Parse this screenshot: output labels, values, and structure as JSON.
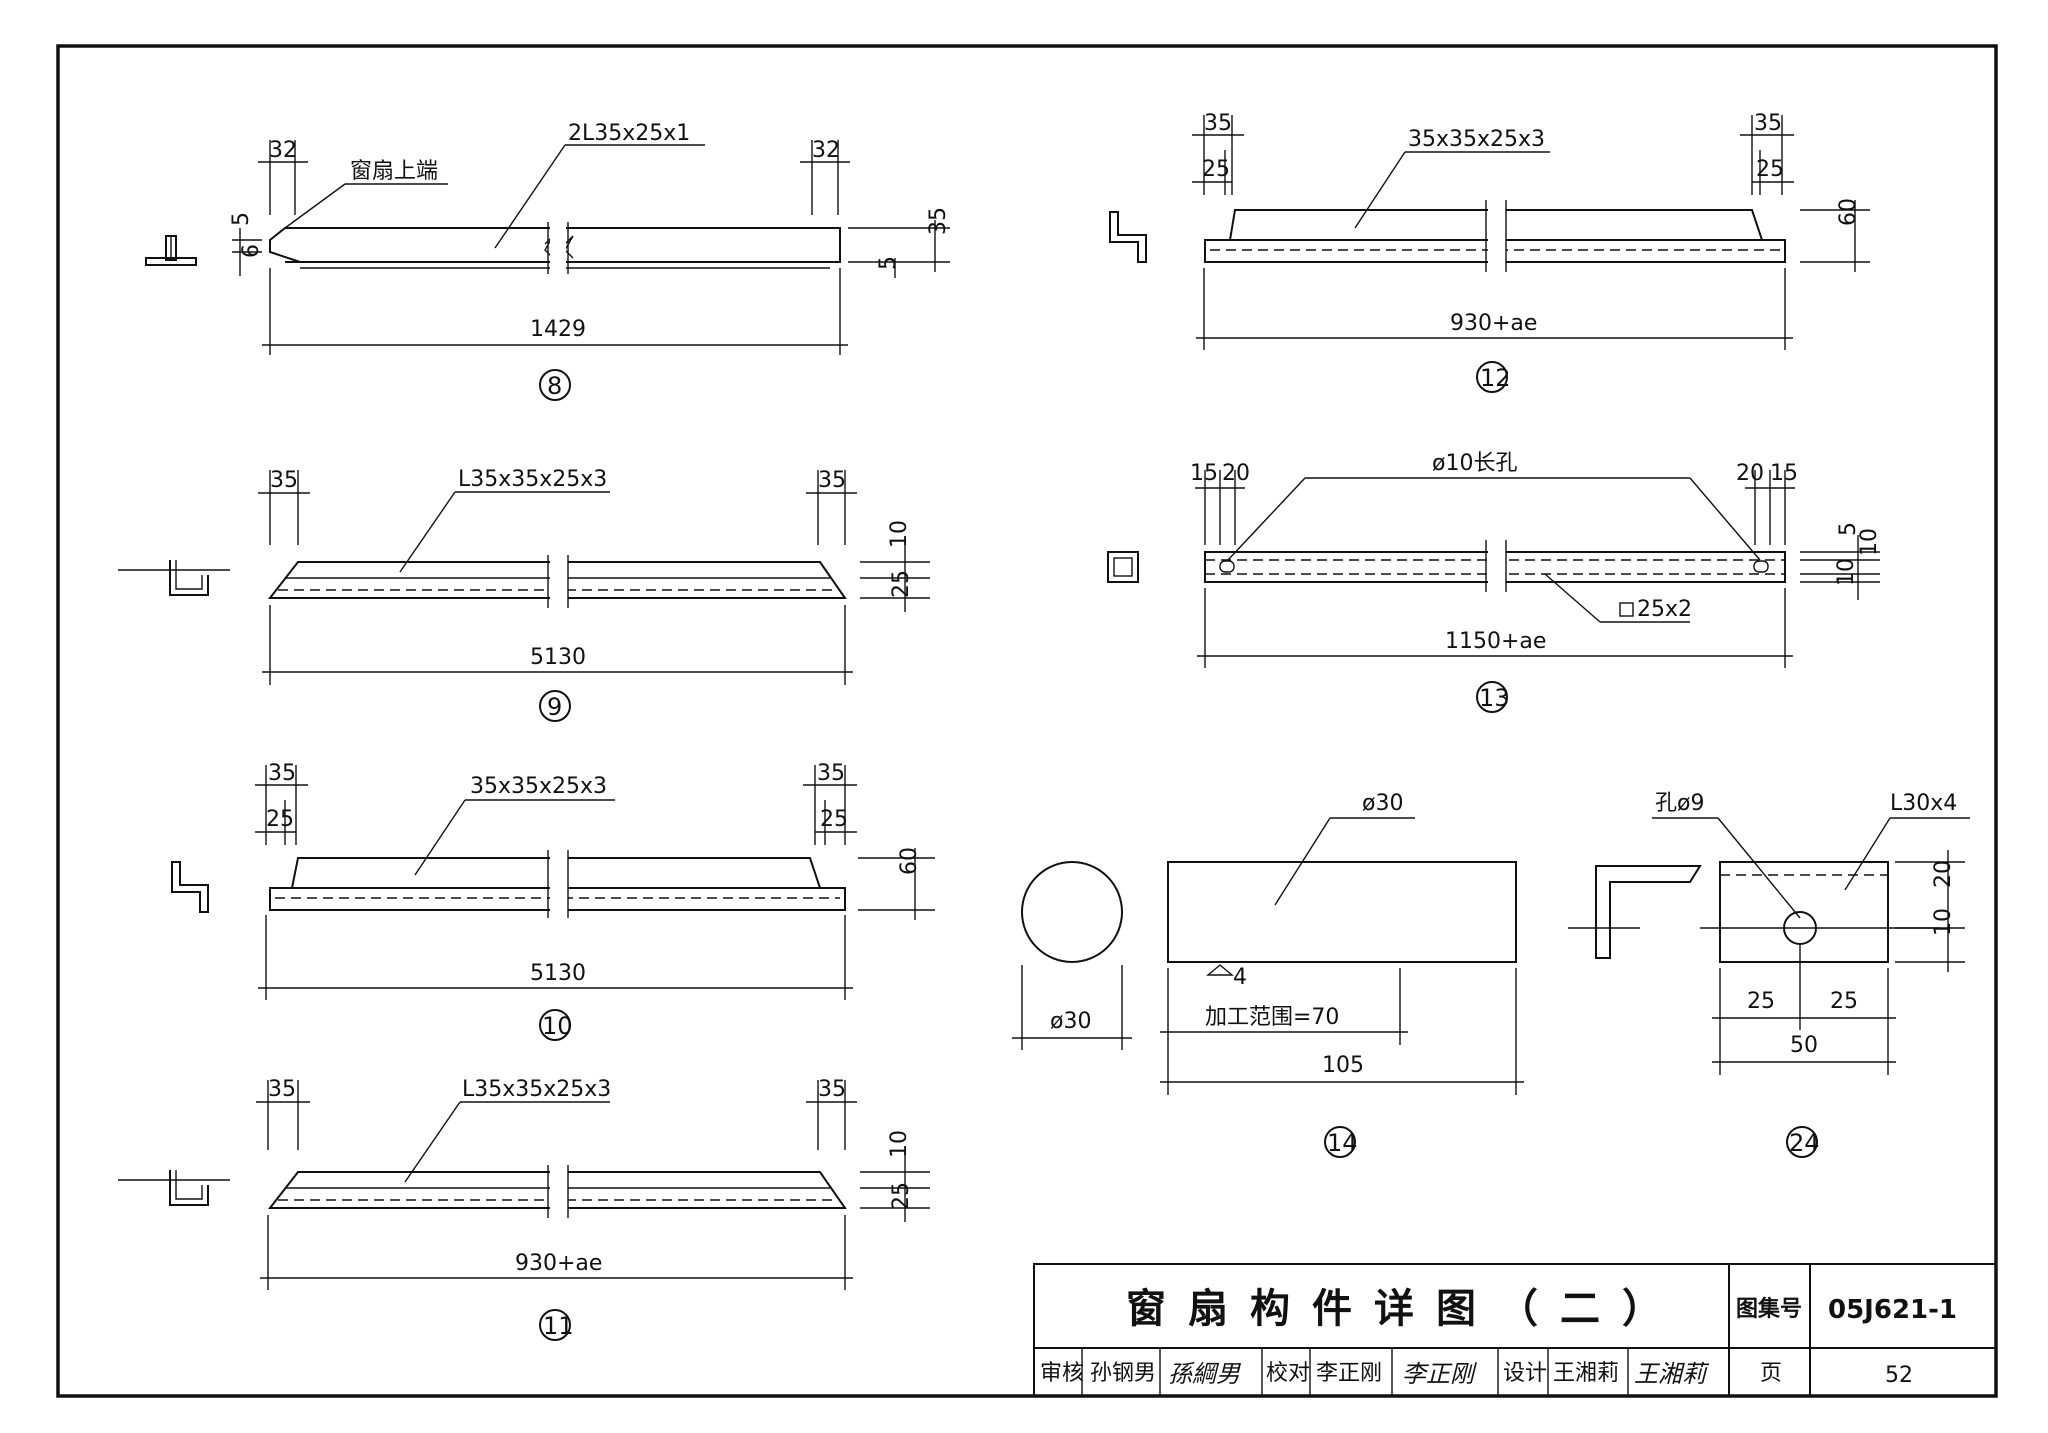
{
  "drawing": {
    "title": "窗扇构件详图（二）",
    "atlas_label": "图集号",
    "atlas_no": "05J621-1",
    "page_label": "页",
    "page_no": "52",
    "reviewer_label": "审核",
    "reviewer": "孙钢男",
    "reviewer_sign": "孫綱男",
    "checker_label": "校对",
    "checker": "李正刚",
    "checker_sign": "李正刚",
    "designer_label": "设计",
    "designer": "王湘莉",
    "designer_sign": "王湘莉"
  },
  "parts": {
    "p8": {
      "id": "8",
      "section": "2L35x25x1",
      "note": "窗扇上端",
      "end_l": "32",
      "end_r": "32",
      "h1": "5",
      "h2": "6",
      "h3": "35",
      "h4": "5",
      "length": "1429"
    },
    "p9": {
      "id": "9",
      "section": "L35x35x25x3",
      "end_l": "35",
      "end_r": "35",
      "h1": "10",
      "h2": "25",
      "length": "5130"
    },
    "p10": {
      "id": "10",
      "section": "35x35x25x3",
      "end_l1": "35",
      "end_l2": "25",
      "end_r1": "35",
      "end_r2": "25",
      "height": "60",
      "length": "5130"
    },
    "p11": {
      "id": "11",
      "section": "L35x35x25x3",
      "end_l": "35",
      "end_r": "35",
      "h1": "10",
      "h2": "25",
      "length": "930+ae"
    },
    "p12": {
      "id": "12",
      "section": "35x35x25x3",
      "end_l1": "35",
      "end_l2": "25",
      "end_r1": "35",
      "end_r2": "25",
      "height": "60",
      "length": "930+ae"
    },
    "p13": {
      "id": "13",
      "hole": "ø10长孔",
      "tube": "25x2",
      "d_l1": "15",
      "d_l2": "20",
      "d_r1": "20",
      "d_r2": "15",
      "h1": "5",
      "h2": "10",
      "h3": "10",
      "length": "1150+ae"
    },
    "p14": {
      "id": "14",
      "dia": "ø30",
      "dia_dim": "ø30",
      "weld": "4",
      "range": "加工范围=70",
      "length": "105"
    },
    "p24": {
      "id": "24",
      "hole": "孔ø9",
      "section": "L30x4",
      "h1": "20",
      "h2": "10",
      "w1": "25",
      "w2": "25",
      "width": "50"
    }
  }
}
